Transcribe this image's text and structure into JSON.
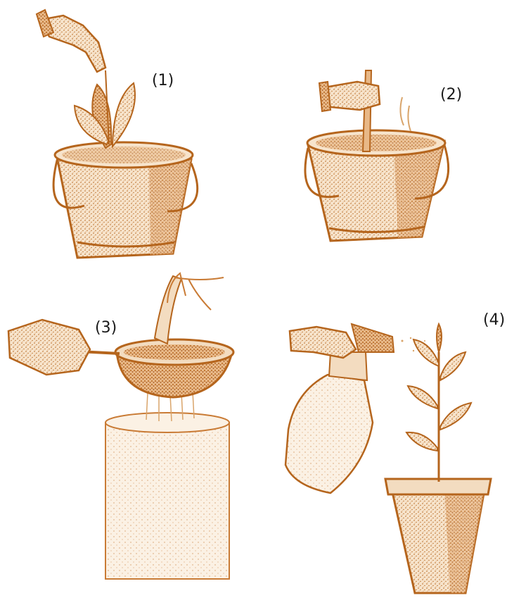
{
  "steps": [
    {
      "label": "(1)"
    },
    {
      "label": "(2)"
    },
    {
      "label": "(3)"
    },
    {
      "label": "(4)"
    }
  ],
  "colors": {
    "ink": "#b5651d",
    "ink_light": "#d9a46a",
    "fill_light": "#f3dcc0",
    "background": "#ffffff",
    "label": "#1a1a1a"
  }
}
